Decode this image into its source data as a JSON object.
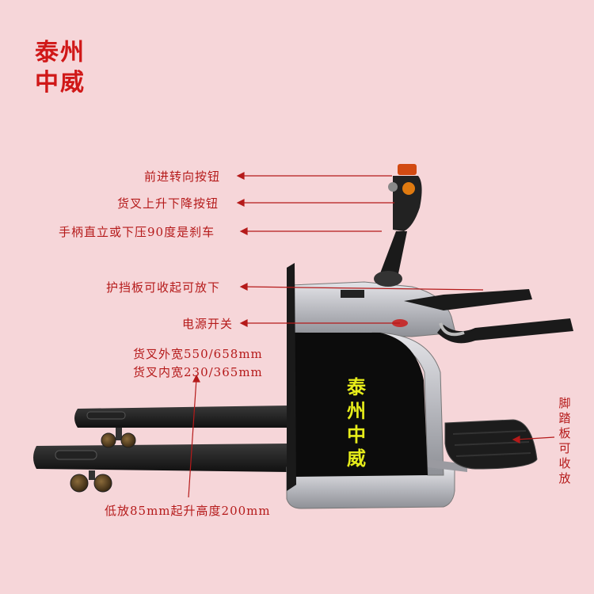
{
  "brand": {
    "line1": "泰州",
    "line2": "中威"
  },
  "body_brand": {
    "line1": "泰",
    "line2": "州",
    "line3": "中",
    "line4": "威"
  },
  "annotations": {
    "forward_reverse_button": "前进转向按钮",
    "fork_lift_lower_button": "货叉上升下降按钮",
    "handle_brake": "手柄直立或下压90度是刹车",
    "guard_plate": "护挡板可收起可放下",
    "power_switch": "电源开关",
    "fork_outer_width": "货叉外宽550/658mm",
    "fork_inner_width": "货叉内宽230/365mm",
    "lift_height": "低放85mm起升高度200mm",
    "pedal": [
      "脚",
      "踏",
      "板",
      "可",
      "收",
      "放"
    ]
  },
  "colors": {
    "background": "#f6d6d9",
    "annotation": "#b51a1a",
    "brand": "#d01818",
    "body_brand": "#e6ec1a"
  }
}
